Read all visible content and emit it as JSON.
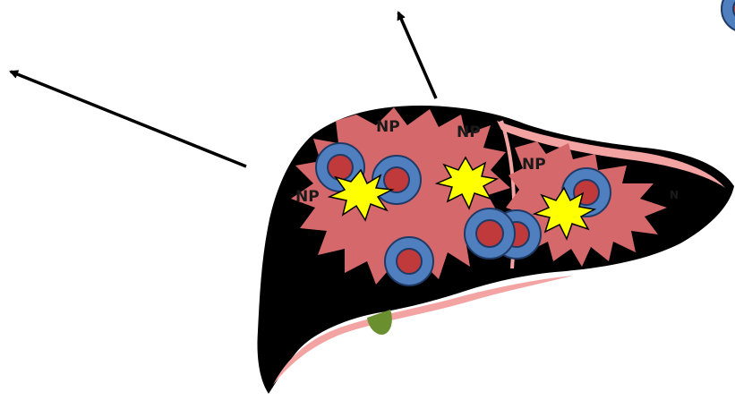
{
  "labels": {
    "np": "NP",
    "np_partial": "NP",
    "np_cut": "NP",
    "np_edge": "N"
  },
  "colors": {
    "liver_outline": "#000000",
    "liver_tissue": "#d4686a",
    "liver_pink": "#f4a3a3",
    "cell_outer": "#4f7fbf",
    "cell_inner": "#c0393b",
    "burst": "#ffff00",
    "label_text": "#1a1a1a",
    "gallbladder": "#6a8f2e"
  },
  "icons": {
    "cell": "cell-ring-icon",
    "burst": "explosion-burst-icon",
    "arrow": "arrow-icon"
  }
}
